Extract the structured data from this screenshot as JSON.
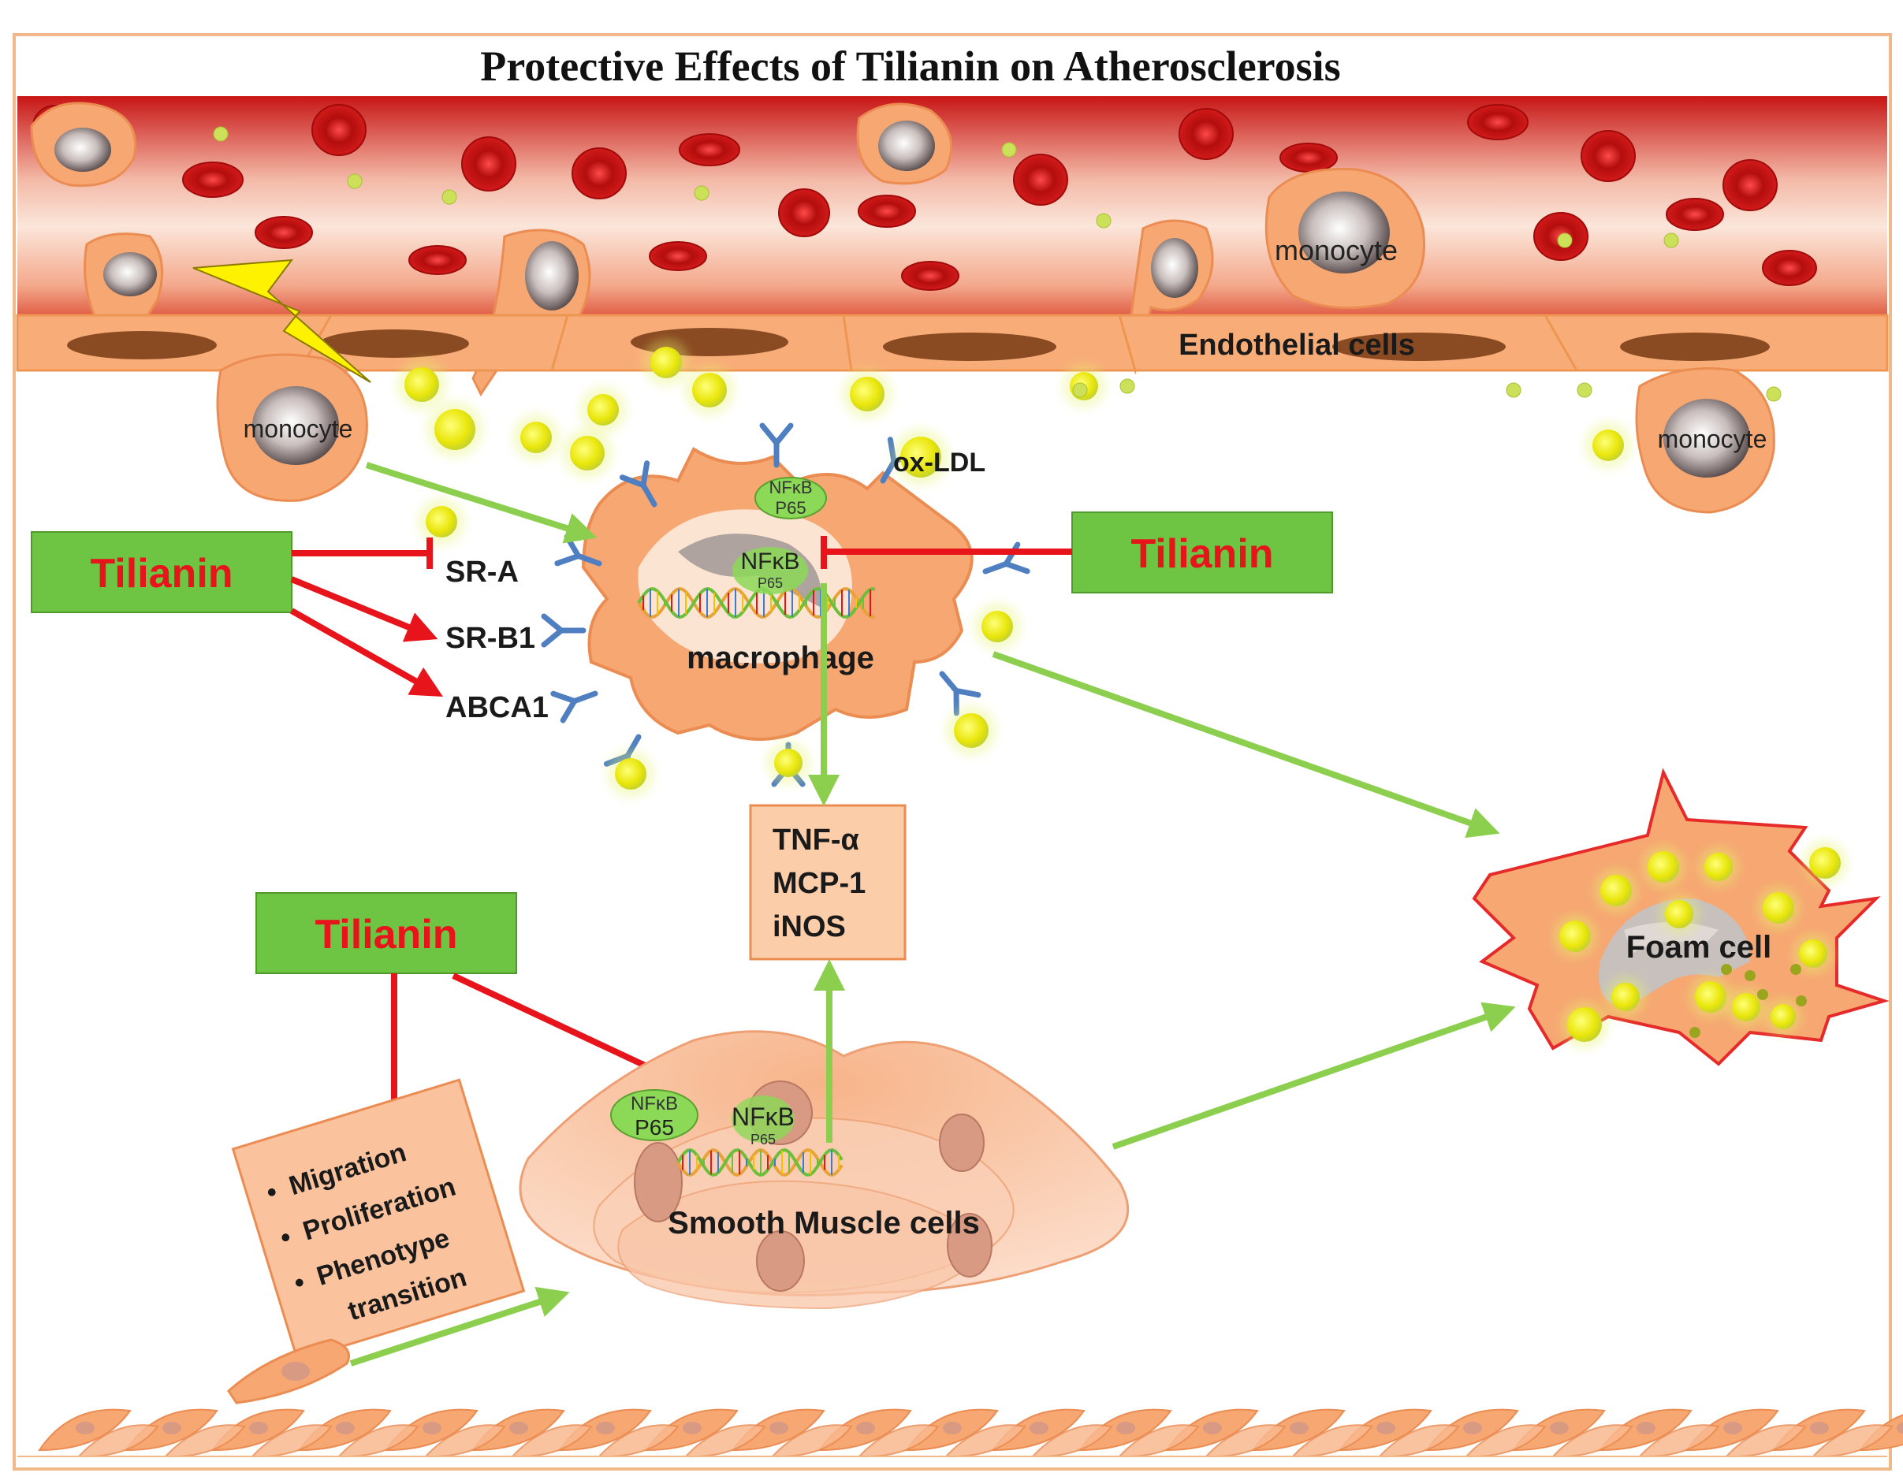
{
  "title": "Protective Effects of Tilianin on Atherosclerosis",
  "cells": {
    "endothelial": "Endothelial cells",
    "monocyte_vessel": "monocyte",
    "monocyte_left": "monocyte",
    "monocyte_right": "monocyte",
    "macrophage": "macrophage",
    "foam_cell": "Foam cell",
    "smooth_muscle": "Smooth Muscle cells"
  },
  "particles": {
    "ox_ldl": "ox-LDL"
  },
  "receptors": [
    "SR-A",
    "SR-B1",
    "ABCA1"
  ],
  "tilianin_boxes": [
    "Tilianin",
    "Tilianin",
    "Tilianin"
  ],
  "nfkb": {
    "cyto_macrophage": [
      "NFκB",
      "P65"
    ],
    "nuclear_macrophage": [
      "NFκB",
      "P65"
    ],
    "cyto_smc": [
      "NFκB",
      "P65"
    ],
    "nuclear_smc": [
      "NFκB",
      "P65"
    ]
  },
  "cytokines": [
    "TNF-α",
    "MCP-1",
    "iNOS"
  ],
  "smc_effects": [
    "Migration",
    "Proliferation",
    "Phenotype",
    "transition"
  ],
  "colors": {
    "tilianin_box": "#6ec443",
    "tilianin_text": "#e8141b",
    "inhibit_arrow": "#e8141b",
    "flow_arrow": "#8ccf4f",
    "cell_fill": "#f7a774",
    "vessel_red": "#cf1f1f",
    "ldl_yellow": "#f0ee10",
    "receptor_blue": "#4f7fc0",
    "frame": "#f1b88a"
  }
}
